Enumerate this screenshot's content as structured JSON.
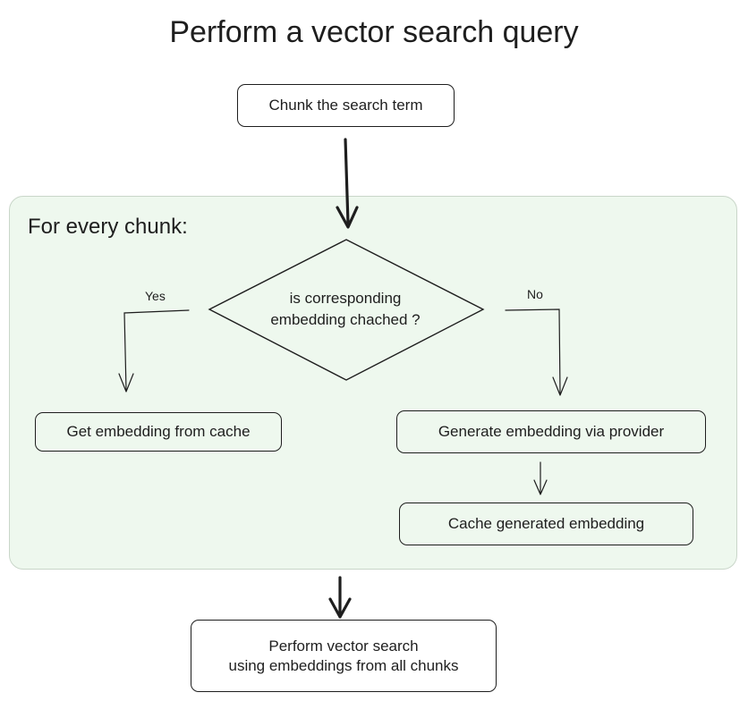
{
  "title": "Perform a vector search query",
  "loop": {
    "label": "For every chunk:"
  },
  "nodes": {
    "chunk": "Chunk the search term",
    "decision_line1": "is corresponding",
    "decision_line2": "embedding chached ?",
    "get_cache": "Get embedding from cache",
    "generate": "Generate embedding via provider",
    "cache_generated": "Cache generated embedding",
    "search_line1": "Perform vector search",
    "search_line2": "using embeddings from all chunks"
  },
  "edges": {
    "yes_label": "Yes",
    "no_label": "No"
  },
  "colors": {
    "stroke": "#1e1e1e",
    "loop_fill": "#eef8ee",
    "loop_border": "#c9d6c9"
  }
}
